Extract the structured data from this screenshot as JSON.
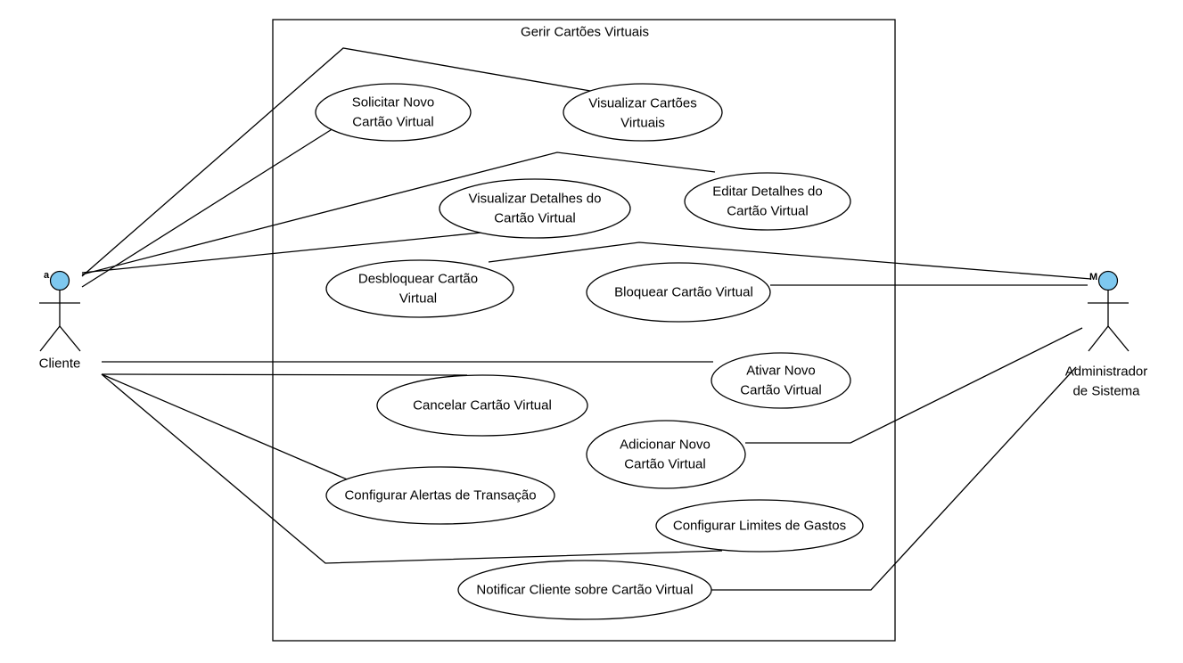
{
  "diagram": {
    "system": {
      "title": "Gerir Cartões Virtuais"
    },
    "actors": {
      "cliente": {
        "label": "Cliente",
        "stereotype": "a",
        "head_color": "#7ec8ef"
      },
      "admin": {
        "label_line1": "Administrador",
        "label_line2": "de Sistema",
        "stereotype": "M",
        "head_color": "#7ec8ef"
      }
    },
    "use_cases": {
      "solicitar": {
        "line1": "Solicitar Novo",
        "line2": "Cartão Virtual"
      },
      "visualizar": {
        "line1": "Visualizar Cartões",
        "line2": "Virtuais"
      },
      "detalhes": {
        "line1": "Visualizar Detalhes do",
        "line2": "Cartão Virtual"
      },
      "editar": {
        "line1": "Editar Detalhes do",
        "line2": "Cartão Virtual"
      },
      "desbloquear": {
        "line1": "Desbloquear Cartão",
        "line2": "Virtual"
      },
      "bloquear": {
        "line1": "Bloquear Cartão Virtual"
      },
      "ativar": {
        "line1": "Ativar Novo",
        "line2": "Cartão Virtual"
      },
      "cancelar": {
        "line1": "Cancelar Cartão Virtual"
      },
      "adicionar": {
        "line1": "Adicionar Novo",
        "line2": "Cartão Virtual"
      },
      "alertas": {
        "line1": "Configurar Alertas de Transação"
      },
      "limites": {
        "line1": "Configurar Limites de Gastos"
      },
      "notificar": {
        "line1": "Notificar Cliente sobre Cartão Virtual"
      }
    }
  }
}
